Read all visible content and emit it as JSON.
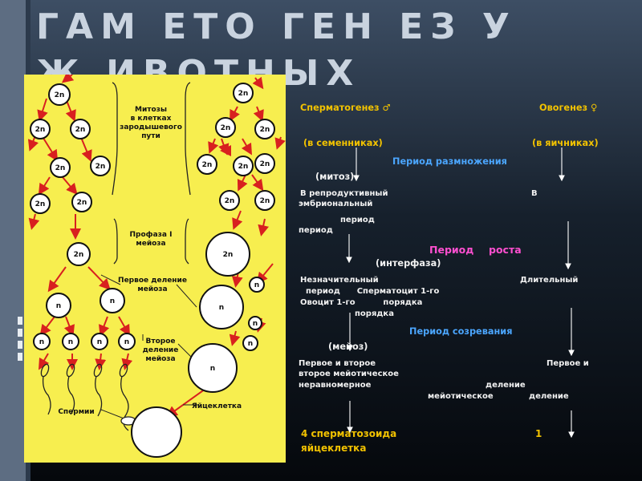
{
  "title": {
    "line1": "ГАМ ЕТО ГЕН ЕЗ У",
    "line2": "Ж ИВОТНЫХ"
  },
  "colors": {
    "panel": "#f7ee4f",
    "arrow": "#d8201f",
    "header": "#f2c200",
    "period": "#4ba6ff",
    "period_highlight": "#ff4fd0",
    "text": "#f2f2f2"
  },
  "diagram": {
    "labels": {
      "mitoses": "Митозы\nв клетках\nзародышевого\nпути",
      "prophase": "Профаза I\nмейоза",
      "first_division": "Первое деление\nмейоза",
      "second_division": "Второе\nделение\nмейоза",
      "sperm": "Спермии",
      "egg": "Яйцеклетка"
    },
    "cell_2n": "2n",
    "cell_n": "n"
  },
  "content": {
    "spermatogenesis": "Сперматогенез ♂",
    "oogenesis": "Овогенез ♀",
    "testes": "(в семенниках)",
    "ovaries": "(в яичниках)",
    "period_reproduction": "Период размножения",
    "mitosis": "(митоз)",
    "reproductive_line1": "В репродуктивный",
    "reproductive_line1_right": "В",
    "reproductive_line2": "эмбриональный",
    "period_word1": "период",
    "period_word2": "период",
    "period_growth_a": "Период",
    "period_growth_b": "роста",
    "interphase": "(интерфаза)",
    "insignificant": "Незначительный",
    "long": "Длительный",
    "growth_row2": "период      Сперматоцит 1-го",
    "growth_row3": "Овоцит 1-го          порядка",
    "growth_row4": "порядка",
    "period_maturation": "Период созревания",
    "meiosis": "(мейоз)",
    "first_second": "Первое и второе",
    "first_and": "Первое и",
    "second_meiotic": "второе мейотическое",
    "uneven": "неравномерное",
    "division1": "деление",
    "meiotic": "мейотическое",
    "division2": "деление",
    "four_sperm": "4 сперматозоида",
    "one": "1",
    "egg_cell": "яйцеклетка"
  }
}
